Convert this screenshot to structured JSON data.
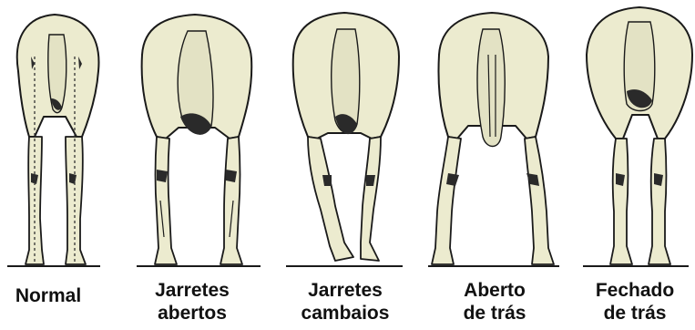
{
  "panels": [
    {
      "id": "normal",
      "label_lines": [
        "Normal"
      ]
    },
    {
      "id": "jarretes-abertos",
      "label_lines": [
        "Jarretes",
        "abertos"
      ]
    },
    {
      "id": "jarretes-cambaios",
      "label_lines": [
        "Jarretes",
        "cambaios"
      ]
    },
    {
      "id": "aberto-de-tras",
      "label_lines": [
        "Aberto",
        "de trás"
      ]
    },
    {
      "id": "fechado-de-tras",
      "label_lines": [
        "Fechado",
        "de trás"
      ]
    }
  ],
  "colors": {
    "body_fill": "#ecebcf",
    "outline": "#1a1a1a",
    "shading": "#2a2a2a"
  }
}
